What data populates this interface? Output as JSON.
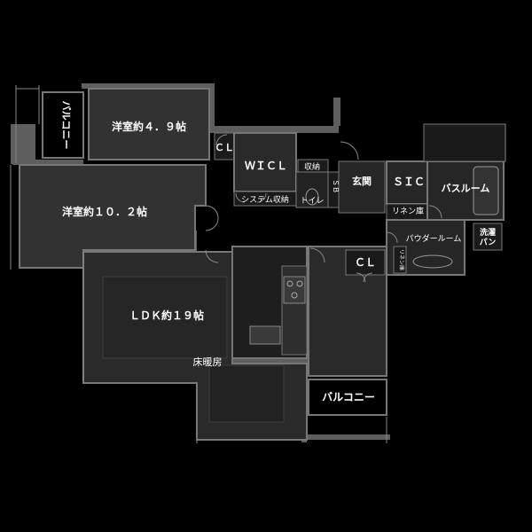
{
  "rooms": {
    "western1": "洋室約４．９帖",
    "western2": "洋室約１０．２帖",
    "ldk": "ＬＤＫ約１９帖",
    "floor_heating": "床暖房",
    "wicl": "ＷＩＣＬ",
    "cl1": "ＣＬ",
    "cl2": "ＣＬ",
    "storage": "収納",
    "system_storage": "システム収納",
    "toilet": "トイレ",
    "sb": "ＳＢ",
    "entrance": "玄関",
    "sic": "ＳＩＣ",
    "bathroom": "バスルーム",
    "linen": "リネン庫",
    "powder": "パウダールーム",
    "washer_l1": "洗濯",
    "washer_l2": "パン",
    "linen_small": "リネン庫",
    "balcony_left": "バルコニー",
    "balcony_bottom": "バルコニー"
  },
  "colors": {
    "background": "#000000",
    "room": "#2c2c2c",
    "room_dark": "#1c1c1c",
    "wall": "#6a6a6a",
    "text": "#ffffff"
  }
}
